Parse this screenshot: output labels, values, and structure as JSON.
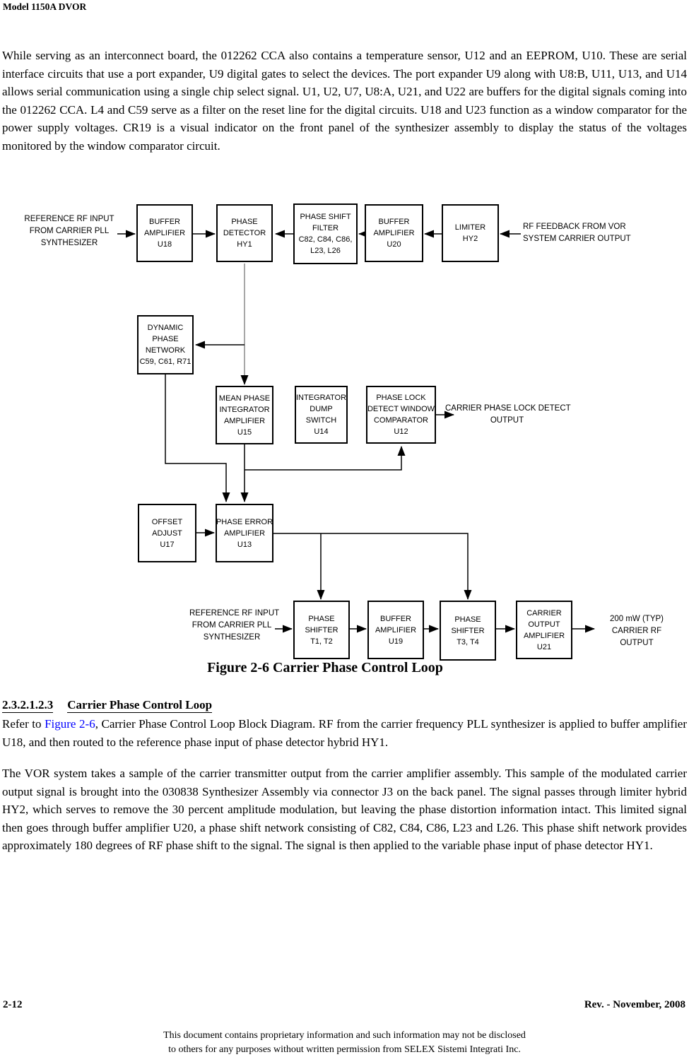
{
  "page": {
    "header_title": "Model 1150A DVOR",
    "footer": {
      "page_number": "2-12",
      "revision": "Rev. -  November, 2008",
      "notice_line1": "This document contains proprietary information and such information may not be disclosed",
      "notice_line2": "to others for any purposes without written permission from SELEX Sistemi Integrati Inc."
    }
  },
  "intro_paragraph": "While serving as an interconnect board, the 012262 CCA also contains a temperature sensor, U12 and an EEPROM, U10.  These are serial interface circuits that use a port expander, U9 digital gates to select the devices.  The port expander U9 along with U8:B, U11, U13, and U14 allows serial communication using a single chip select signal. U1, U2, U7, U8:A, U21, and U22 are buffers for the digital signals coming into the 012262 CCA.  L4 and C59 serve as a filter on the reset line for the digital circuits.  U18 and U23 function as a window comparator for the power supply voltages.  CR19 is a visual indicator on the front panel of the synthesizer assembly to display the status of the voltages monitored by the window comparator circuit.",
  "figure": {
    "caption": "Figure 2-6  Carrier Phase Control Loop",
    "boxes": {
      "u18": {
        "lines": [
          "BUFFER",
          "AMPLIFIER",
          "U18"
        ]
      },
      "hy1": {
        "lines": [
          "PHASE",
          "DETECTOR",
          "HY1"
        ]
      },
      "psf": {
        "lines": [
          "PHASE SHIFT",
          "FILTER",
          "C82, C84, C86,",
          "L23, L26"
        ]
      },
      "u20": {
        "lines": [
          "BUFFER",
          "AMPLIFIER",
          "U20"
        ]
      },
      "hy2": {
        "lines": [
          "LIMITER",
          "HY2"
        ]
      },
      "dpn": {
        "lines": [
          "DYNAMIC",
          "PHASE",
          "NETWORK",
          "C59, C61, R71"
        ]
      },
      "u15": {
        "lines": [
          "MEAN PHASE",
          "INTEGRATOR",
          "AMPLIFIER",
          "U15"
        ]
      },
      "u14": {
        "lines": [
          "INTEGRATOR",
          "DUMP",
          "SWITCH",
          "U14"
        ]
      },
      "u12": {
        "lines": [
          "PHASE LOCK",
          "DETECT WINDOW",
          "COMPARATOR",
          "U12"
        ]
      },
      "u17": {
        "lines": [
          "OFFSET",
          "ADJUST",
          "U17"
        ]
      },
      "u13": {
        "lines": [
          "PHASE ERROR",
          "AMPLIFIER",
          "U13"
        ]
      },
      "t12": {
        "lines": [
          "PHASE",
          "SHIFTER",
          "T1, T2"
        ]
      },
      "u19": {
        "lines": [
          "BUFFER",
          "AMPLIFIER",
          "U19"
        ]
      },
      "t34": {
        "lines": [
          "PHASE",
          "SHIFTER",
          "T3, T4"
        ]
      },
      "u21": {
        "lines": [
          "CARRIER",
          "OUTPUT",
          "AMPLIFIER",
          "U21"
        ]
      }
    },
    "labels": {
      "reference_input_top": {
        "lines": [
          "REFERENCE RF INPUT",
          "FROM CARRIER PLL",
          "SYNTHESIZER"
        ]
      },
      "rf_feedback": {
        "lines": [
          "RF FEEDBACK FROM VOR",
          "SYSTEM CARRIER OUTPUT"
        ]
      },
      "lock_detect_output": {
        "lines": [
          "CARRIER PHASE LOCK DETECT",
          "OUTPUT"
        ]
      },
      "reference_input_bottom": {
        "lines": [
          "REFERENCE RF INPUT",
          "FROM CARRIER PLL",
          "SYNTHESIZER"
        ]
      },
      "carrier_rf_output": {
        "lines": [
          "200 mW (TYP)",
          "CARRIER RF",
          "OUTPUT"
        ]
      }
    }
  },
  "section": {
    "number": "2.3.2.1.2.3",
    "title": "Carrier Phase Control Loop",
    "para1_before": "Refer to ",
    "para1_link": "Figure 2-6",
    "para1_after": ", Carrier Phase Control Loop Block Diagram.  RF from the carrier frequency PLL synthesizer is applied to buffer amplifier U18, and then routed to the reference phase input of phase detector hybrid HY1.",
    "para2": "The VOR system takes a sample of the carrier transmitter output from the carrier amplifier assembly.  This sample of the modulated carrier output signal is brought into the 030838 Synthesizer Assembly via connector J3 on the back panel.  The signal passes through limiter hybrid HY2, which serves to remove the 30 percent amplitude modulation, but leaving the phase distortion information intact.  This limited signal then goes through buffer amplifier U20, a phase shift network consisting of C82, C84, C86, L23 and L26.  This phase shift network provides approximately 180 degrees of RF phase shift to the signal.  The signal is then applied to the variable phase input of phase detector HY1.",
    "colors": {
      "link_blue": "#0000FF",
      "faded_line": "#8a8a8a"
    }
  }
}
